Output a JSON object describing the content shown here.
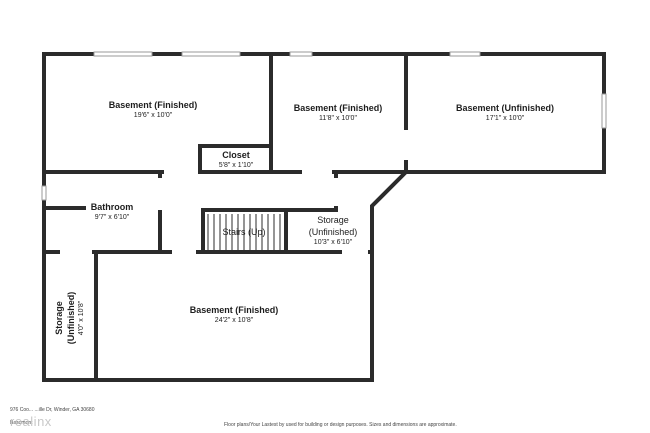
{
  "rooms": {
    "basement_nw": {
      "name": "Basement (Finished)",
      "dims": "19'6\" x 10'0\""
    },
    "basement_n": {
      "name": "Basement (Finished)",
      "dims": "11'8\" x 10'0\""
    },
    "basement_ne": {
      "name": "Basement (Unfinished)",
      "dims": "17'1\" x 10'0\""
    },
    "closet": {
      "name": "Closet",
      "dims": "5'8\" x 1'10\""
    },
    "bathroom": {
      "name": "Bathroom",
      "dims": "9'7\" x 6'10\""
    },
    "stairs": {
      "name": "Stairs (Up)"
    },
    "storage_mid": {
      "name": "Storage\n(Unfinished)",
      "name_line1": "Storage",
      "name_line2": "(Unfinished)",
      "dims": "10'3\" x 6'10\""
    },
    "basement_s": {
      "name": "Basement (Finished)",
      "dims": "24'2\" x 10'8\""
    },
    "storage_w": {
      "name_line1": "Storage",
      "name_line2": "(Unfinished)",
      "dims": "4'0\" x 10'8\""
    }
  },
  "footer": {
    "address": "976 Coo... ...ille Dr, Winder, GA 30680",
    "level": "Basement",
    "disclaimer": "Floor plans/Your Lastest by used for building or design purposes. Sizes and dimensions are approximate.",
    "watermark": "realinx"
  }
}
